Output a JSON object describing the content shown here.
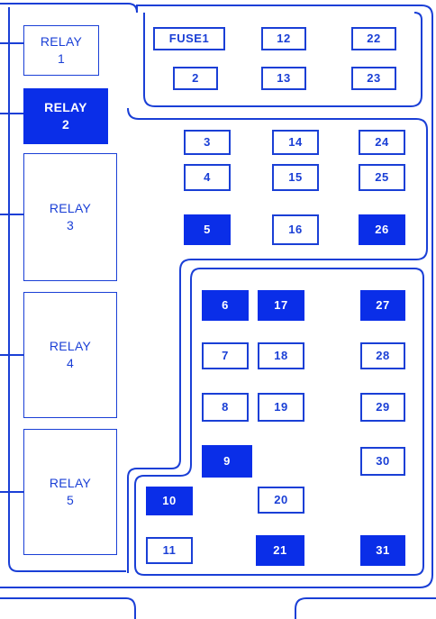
{
  "colors": {
    "line": "#1a3fd6",
    "fill": "#0a2ee8",
    "background": "#ffffff"
  },
  "relays": [
    {
      "label": "RELAY\n1",
      "filled": false
    },
    {
      "label": "RELAY\n2",
      "filled": true
    },
    {
      "label": "RELAY\n3",
      "filled": false
    },
    {
      "label": "RELAY\n4",
      "filled": false
    },
    {
      "label": "RELAY\n5",
      "filled": false
    }
  ],
  "fuses": [
    {
      "label": "FUSE1",
      "filled": false
    },
    {
      "label": "12",
      "filled": false
    },
    {
      "label": "22",
      "filled": false
    },
    {
      "label": "2",
      "filled": false
    },
    {
      "label": "13",
      "filled": false
    },
    {
      "label": "23",
      "filled": false
    },
    {
      "label": "3",
      "filled": false
    },
    {
      "label": "14",
      "filled": false
    },
    {
      "label": "24",
      "filled": false
    },
    {
      "label": "4",
      "filled": false
    },
    {
      "label": "15",
      "filled": false
    },
    {
      "label": "25",
      "filled": false
    },
    {
      "label": "5",
      "filled": true
    },
    {
      "label": "16",
      "filled": false
    },
    {
      "label": "26",
      "filled": true
    },
    {
      "label": "6",
      "filled": true
    },
    {
      "label": "17",
      "filled": true
    },
    {
      "label": "27",
      "filled": true
    },
    {
      "label": "7",
      "filled": false
    },
    {
      "label": "18",
      "filled": false
    },
    {
      "label": "28",
      "filled": false
    },
    {
      "label": "8",
      "filled": false
    },
    {
      "label": "19",
      "filled": false
    },
    {
      "label": "29",
      "filled": false
    },
    {
      "label": "9",
      "filled": true
    },
    {
      "label": "30",
      "filled": false
    },
    {
      "label": "10",
      "filled": true
    },
    {
      "label": "20",
      "filled": false
    },
    {
      "label": "11",
      "filled": false
    },
    {
      "label": "21",
      "filled": true
    },
    {
      "label": "31",
      "filled": true
    }
  ]
}
